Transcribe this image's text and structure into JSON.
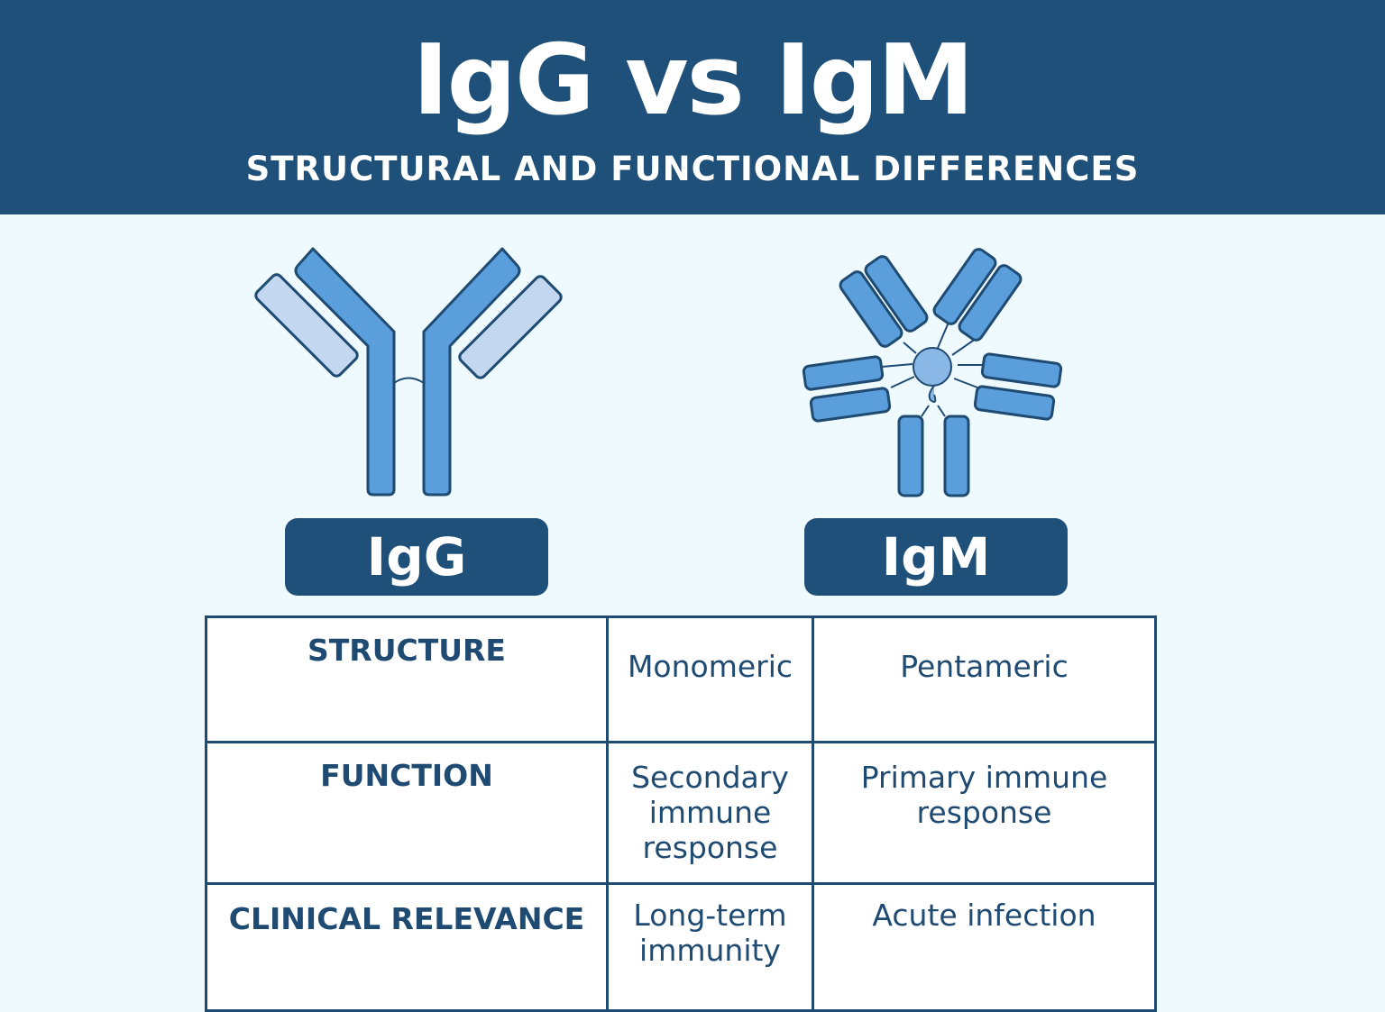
{
  "header": {
    "title": "IgG vs IgM",
    "subtitle": "STRUCTURAL AND FUNCTIONAL DIFFERENCES"
  },
  "antibodies": {
    "igg_label": "IgG",
    "igm_label": "IgM"
  },
  "comparison": {
    "rows": [
      {
        "label": "STRUCTURE",
        "igg": "Monomeric",
        "igm": "Pentameric"
      },
      {
        "label": "FUNCTION",
        "igg": "Secondary immune response",
        "igm": "Primary immune response"
      },
      {
        "label": "CLINICAL RELEVANCE",
        "igg": "Long-term immunity",
        "igm": "Acute infection"
      }
    ]
  },
  "colors": {
    "header_bg": "#1f5079",
    "heavy_chain": "#5a9fdb",
    "light_chain": "#c3d8f0",
    "outline": "#1f4a72",
    "page_bg": "#eefafd"
  }
}
